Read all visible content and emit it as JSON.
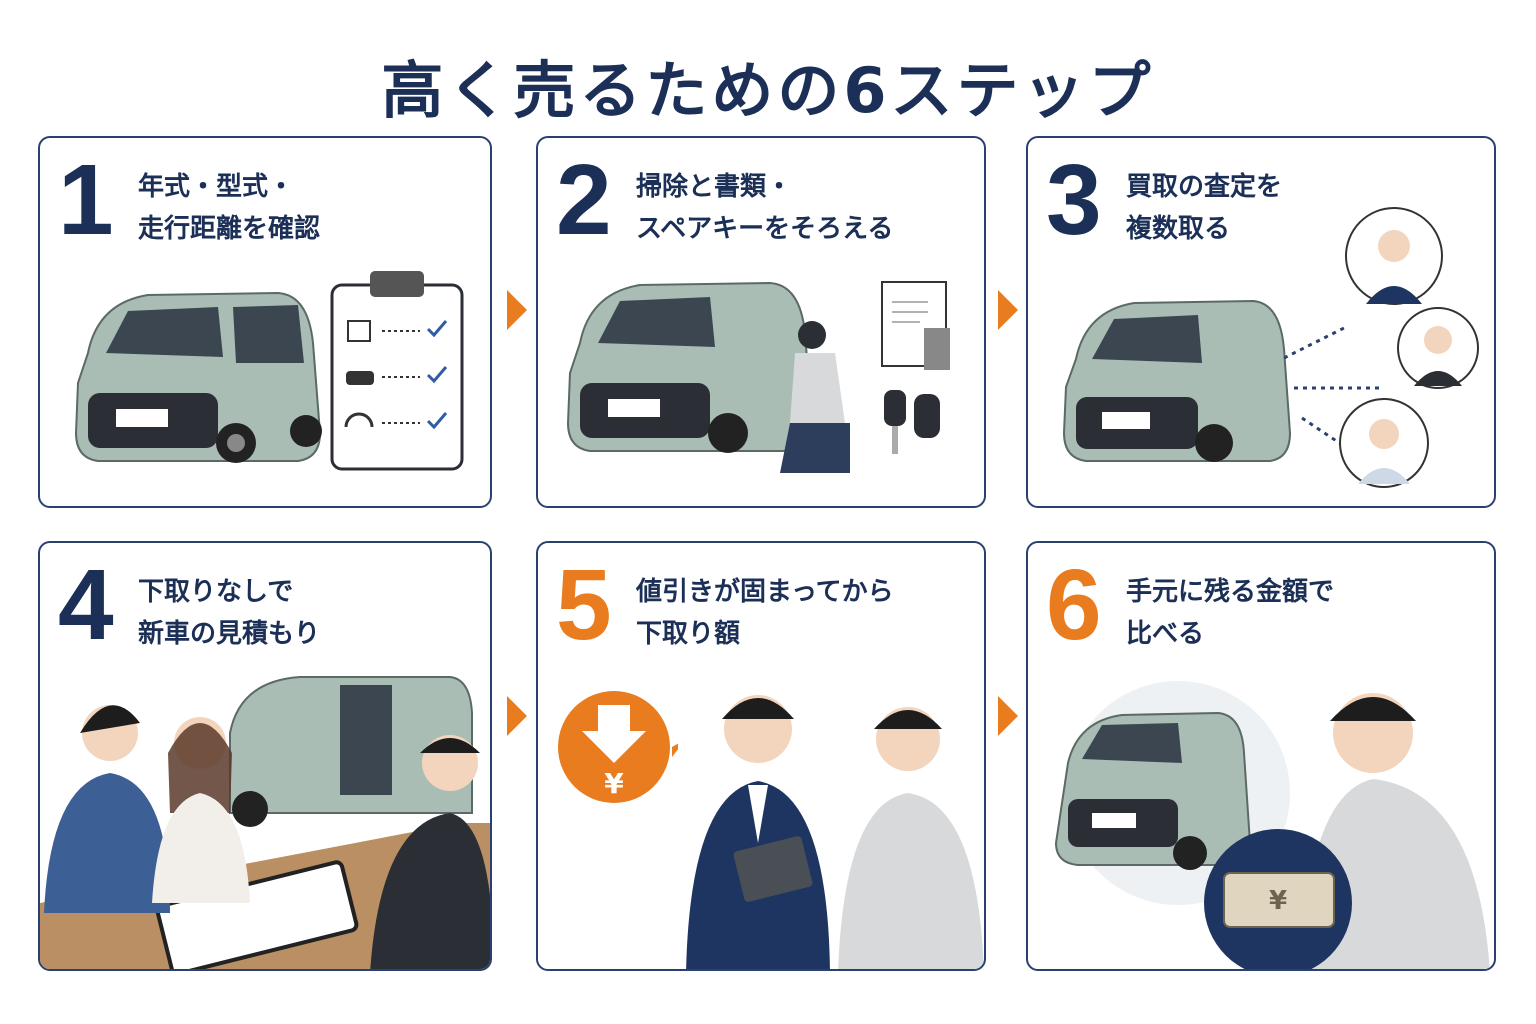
{
  "title": "高く売るための6ステップ",
  "colors": {
    "navy": "#1b2f57",
    "orange": "#e97c1f",
    "car": "#a9bdb4"
  },
  "steps": [
    {
      "number": "1",
      "text": "年式・型式・\n走行距離を確認",
      "number_color": "navy"
    },
    {
      "number": "2",
      "text": "掃除と書類・\nスペアキーをそろえる",
      "number_color": "navy"
    },
    {
      "number": "3",
      "text": "買取の査定を\n複数取る",
      "number_color": "navy"
    },
    {
      "number": "4",
      "text": "下取りなしで\n新車の見積もり",
      "number_color": "navy"
    },
    {
      "number": "5",
      "text": "値引きが固まってから\n下取り額",
      "number_color": "orange"
    },
    {
      "number": "6",
      "text": "手元に残る金額で\n比べる",
      "number_color": "orange"
    }
  ],
  "icons": {
    "checklist": [
      "calendar-icon",
      "car-icon",
      "speedometer-icon"
    ],
    "yen_symbol": "¥"
  }
}
